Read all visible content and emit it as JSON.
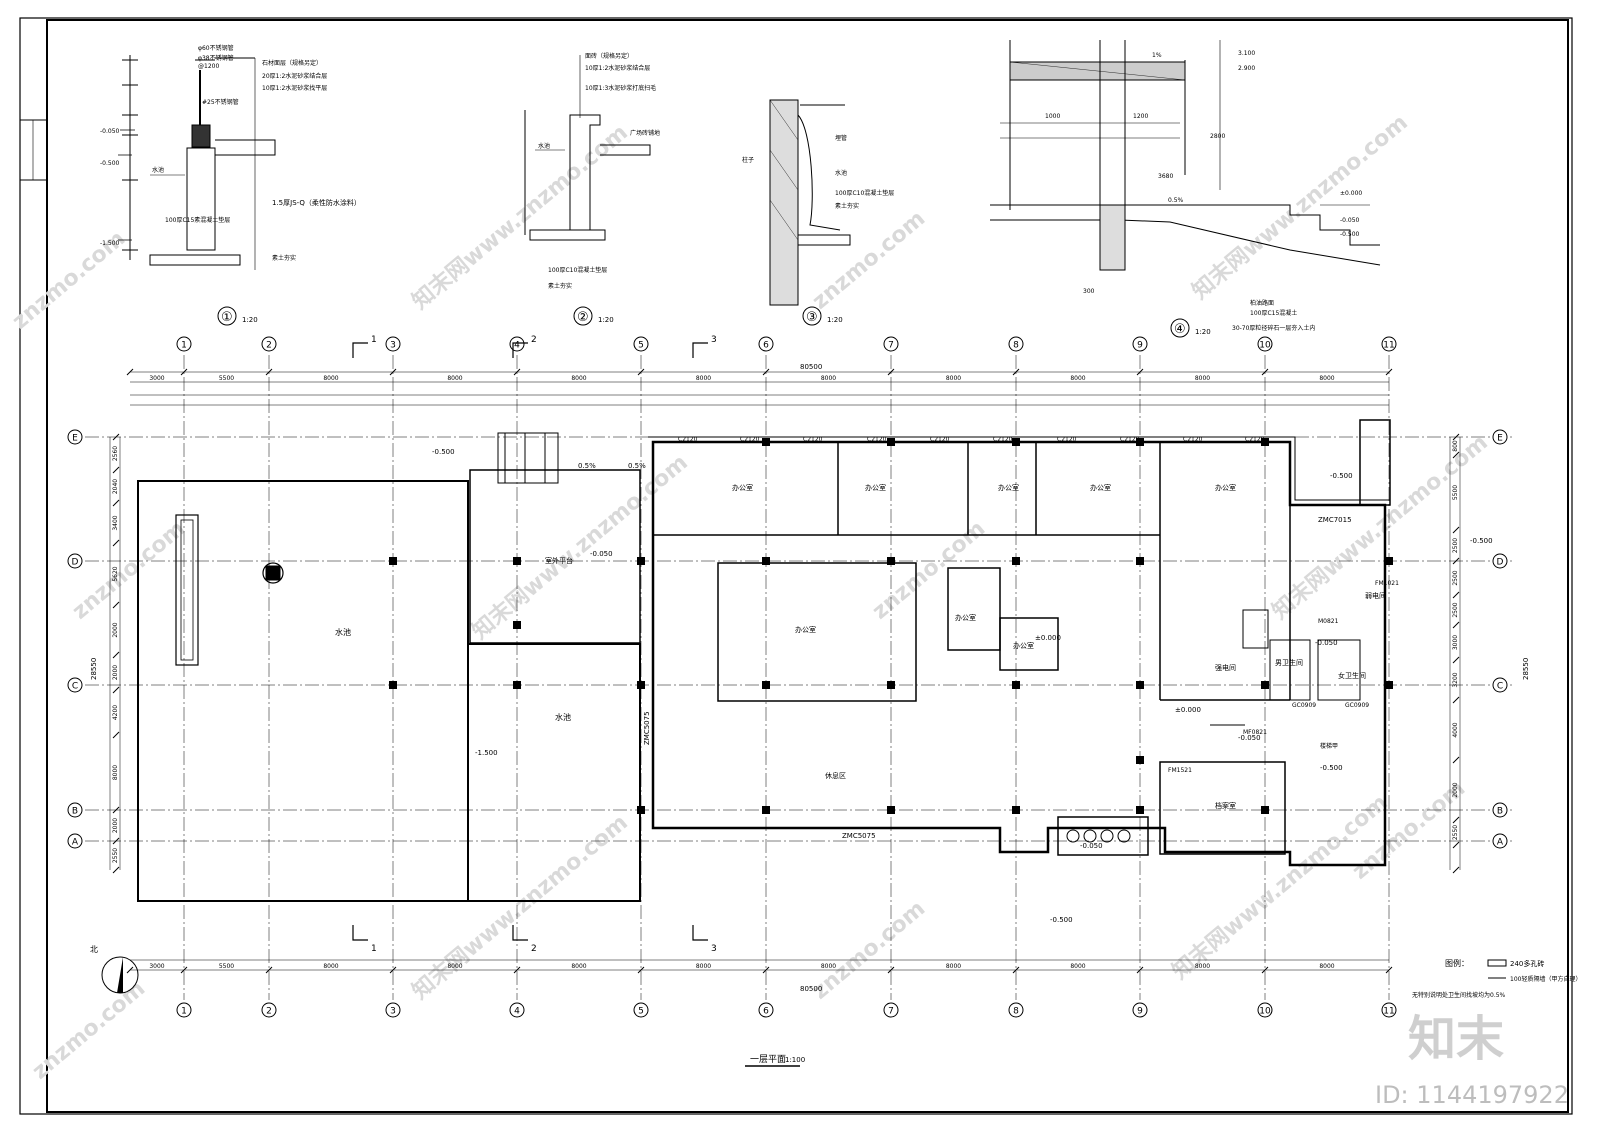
{
  "plan": {
    "title": "一层平面",
    "scale": "1:100",
    "total_width": "80500",
    "total_depth": "28550",
    "axes_x": [
      "1",
      "2",
      "3",
      "4",
      "5",
      "6",
      "7",
      "8",
      "9",
      "10",
      "11"
    ],
    "axes_y": [
      "E",
      "D",
      "C",
      "B",
      "A"
    ],
    "spans_outer": [
      "3000",
      "5500",
      "8000",
      "8000",
      "8000",
      "8000",
      "8000",
      "8000",
      "8000",
      "8000",
      "8000"
    ],
    "spans_y_left": [
      "2560",
      "2040",
      "3400",
      "5620",
      "2000",
      "2000",
      "4200",
      "8000",
      "2000",
      "2550"
    ],
    "spans_y_right": [
      "800",
      "5500",
      "2500",
      "2500",
      "2500",
      "3000",
      "3200",
      "4000",
      "2000",
      "2550"
    ],
    "rooms": {
      "office": "办公室",
      "pool": "水池",
      "terrace": "室外平台",
      "rest": "休息区",
      "archive": "档案室",
      "power": "强电间",
      "weak": "弱电间",
      "male_wc": "男卫生间",
      "female_wc": "女卫生间",
      "stair": "楼梯甲"
    },
    "doors": [
      "C2120",
      "ZMC7015",
      "ZMC5075",
      "FM1521",
      "FM1021",
      "M0821",
      "GC0909",
      "MF0821",
      "ZMC5075"
    ],
    "elevations": [
      "-0.500",
      "-0.050",
      "-1.500",
      "±0.000",
      "-0.500"
    ],
    "slope": "0.5%"
  },
  "details": [
    {
      "num": "①",
      "scale": "1:20"
    },
    {
      "num": "②",
      "scale": "1:20"
    },
    {
      "num": "③",
      "scale": "1:20"
    },
    {
      "num": "④",
      "scale": "1:20"
    }
  ],
  "detail_notes": {
    "d1": [
      "φ60不锈钢管",
      "φ38不锈钢管",
      "@1200",
      "#25不锈钢管",
      "石材面层（规格另定）",
      "20厚1:2水泥砂浆结合层",
      "10厚1:2水泥砂浆找平层",
      "100厚C15素混凝土垫层",
      "1.5厚JS-Q（柔性防水涂料）",
      "素土夯实"
    ],
    "d2": [
      "面砖（规格另定）",
      "10厚1:2水泥砂浆结合层",
      "10厚1:3水泥砂浆打底扫毛",
      "广场砖铺地",
      "100厚C10混凝土垫层",
      "素土夯实"
    ],
    "d3": [
      "柱子",
      "埋管",
      "100厚C10混凝土垫层",
      "素土夯实"
    ],
    "d4": [
      "1%",
      "3.100",
      "2.900",
      "±0.000",
      "-0.050",
      "-0.500",
      "0.5%",
      "3680",
      "1200",
      "1000",
      "2800",
      "300",
      "柏油路面",
      "100厚C15混凝土",
      "30-70厚粒径碎石一层夯入土内"
    ]
  },
  "legend": {
    "title": "图例：",
    "items": [
      "240多孔砖",
      "100轻质隔墙（甲方自理）"
    ],
    "notes": [
      "无特别说明处卫生间找坡均为0.5%",
      "  "
    ]
  },
  "watermark": {
    "site": "znzmo.com",
    "brand": "知末网www.znzmo.com",
    "logo": "知末",
    "id": "ID: 1144197922"
  }
}
